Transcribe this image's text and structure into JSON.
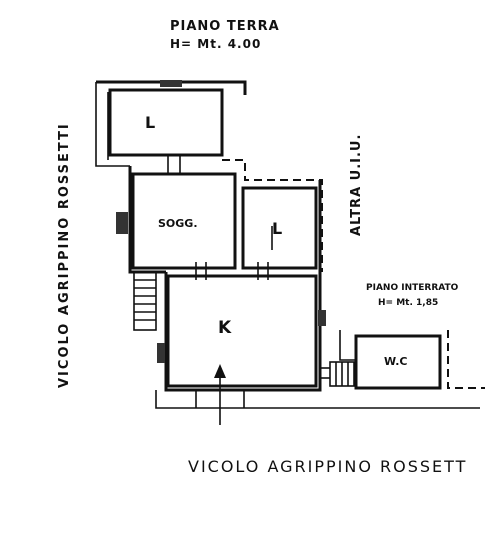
{
  "header": {
    "floor_name": "PIANO TERRA",
    "floor_height": "H= Mt. 4.00"
  },
  "rooms": {
    "room_l_top": "L",
    "room_sogg": "SOGG.",
    "room_l_right": "L",
    "room_k": "K",
    "room_wc": "W.C"
  },
  "basement": {
    "name": "PIANO INTERRATO",
    "height": "H= Mt. 1,85"
  },
  "labels": {
    "street_left": "VICOLO AGRIPPINO ROSSETTI",
    "street_bottom": "VICOLO AGRIPPINO ROSSETT",
    "neighbor": "ALTRA U.I.U."
  }
}
